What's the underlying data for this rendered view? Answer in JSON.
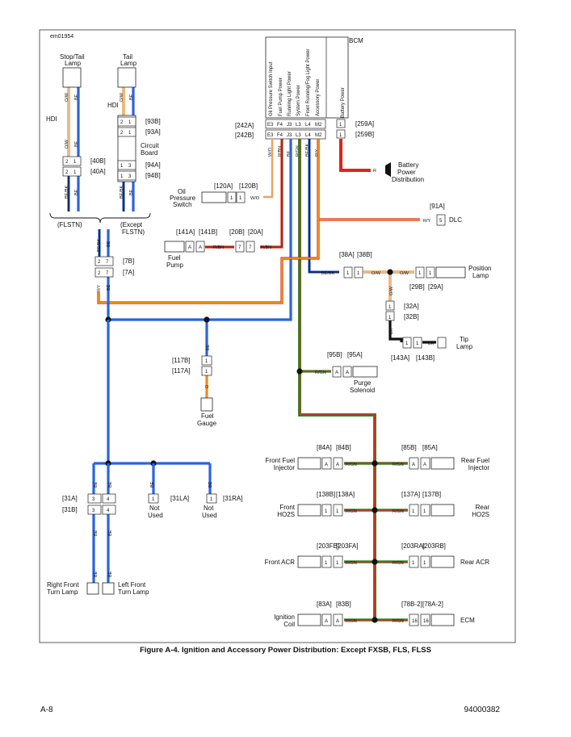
{
  "figure_id": "em01954",
  "caption": "Figure A-4. Ignition and Accessory Power Distribution: Except FXSB, FLS, FLSS",
  "page_left": "A-8",
  "page_right": "94000382",
  "colors": {
    "blue": "#2b63e0",
    "red": "#e0241b",
    "orange": "#f08a1c",
    "yellow": "#f2c40e",
    "green": "#2e8b2e",
    "brown": "#6b3a12",
    "black": "#111111",
    "white_wire": "#d8d8d8",
    "violet": "#7a2fa8"
  },
  "bcm": {
    "title": "BCM",
    "functions": [
      "Oil Pressure Switch Input",
      "Fuel Pump Power",
      "Running Light Power",
      "System Power",
      "Front Running/Fog Light Power",
      "Accessory Power"
    ],
    "battery_label": "Battery Power",
    "pins": [
      "E3",
      "F4",
      "J3",
      "L3",
      "L4",
      "M2"
    ],
    "pins2": [
      "E3",
      "F4",
      "J3",
      "L3",
      "L4",
      "M2"
    ],
    "conn_a": "[242A]",
    "conn_b": "[242B]",
    "wires": [
      "W/O",
      "R/BN",
      "BE",
      "R/GN",
      "BE/BK",
      "R/Y"
    ],
    "batt_conn_a": "[259A]",
    "batt_conn_b": "[259B]",
    "batt_pin": "1",
    "batt_wire": "R"
  },
  "battery_dist": {
    "label": "Battery Power Distribution",
    "wire": "R"
  },
  "oil_switch": {
    "label": "Oil Pressure Switch",
    "conn_a": "[120A]",
    "conn_b": "[120B]",
    "pin": "1",
    "wire": "W/O"
  },
  "fuel_pump": {
    "label": "Fuel Pump",
    "conn_a": "[141A]",
    "conn_b": "[141B]",
    "pin": "A",
    "wire": "R/BN",
    "mid_a": "[20B]",
    "mid_b": "[20A]",
    "mid_pin": "7"
  },
  "dlc": {
    "label": "DLC",
    "conn": "[91A]",
    "pin": "5",
    "wire": "R/Y"
  },
  "position_lamp": {
    "label": "Position Lamp",
    "conn_a": "[38A]",
    "conn_b": "[38B]",
    "pin": "1",
    "wire_in": "BE/BK",
    "wire_out": "O/W",
    "lamp_a": "[29B]",
    "lamp_b": "[29A]"
  },
  "tip_lamp": {
    "label": "Tip Lamp",
    "conn_a": "[32A]",
    "conn_b": "[32B]",
    "conn_c": "[143A]",
    "conn_d": "[143B]",
    "pin": "1",
    "wire": "BK",
    "wire_up": "O/W"
  },
  "stop_tail": {
    "label": "Stop/Tail Lamp",
    "wires": [
      "O/W",
      "BE"
    ],
    "hdi": "HDI",
    "conn_a": "[40B]",
    "conn_b": "[40A]",
    "pins": [
      "2",
      "1"
    ]
  },
  "tail": {
    "label": "Tail Lamp",
    "wires": [
      "O/W",
      "BE"
    ],
    "hdi": "HDI",
    "board": "Circuit Board",
    "c93b": "[93B]",
    "c93a": "[93A]",
    "c94a": "[94A]",
    "c94b": "[94B]",
    "pins1": [
      "2",
      "1"
    ],
    "pins2": [
      "1",
      "3"
    ]
  },
  "variant": {
    "left": "(FLSTN)",
    "right": "(Except FLSTN)"
  },
  "c7": {
    "a": "[7B]",
    "b": "[7A]",
    "pins": [
      "2",
      "7"
    ],
    "wires": [
      "BE/BK",
      "BE",
      "R/Y",
      "BE"
    ]
  },
  "fuel_gauge": {
    "label": "Fuel Gauge",
    "conn_a": "[117B]",
    "conn_b": "[117A]",
    "pin": "1",
    "wire": "BE",
    "wire2": "O"
  },
  "purge": {
    "label": "Purge Solenoid",
    "conn_a": "[95B]",
    "conn_b": "[95A]",
    "pin": "A",
    "wire": "R/GN"
  },
  "left_loads": [
    {
      "label": "Front Fuel Injector",
      "ca": "[84A]",
      "cb": "[84B]",
      "pin": "A",
      "wire": "R/GN"
    },
    {
      "label": "Front HO2S",
      "ca": "[138B]",
      "cb": "[138A]",
      "pin": "1",
      "wire": "R/GN"
    },
    {
      "label": "Front ACR",
      "ca": "[203FB]",
      "cb": "[203FA]",
      "pin": "1",
      "wire": "R/GN"
    },
    {
      "label": "Ignition Coil",
      "ca": "[83A]",
      "cb": "[83B]",
      "pin": "A",
      "wire": "R/GN"
    }
  ],
  "right_loads": [
    {
      "label": "Rear Fuel Injector",
      "ca": "[85B]",
      "cb": "[85A]",
      "pin": "A",
      "wire": "R/GN"
    },
    {
      "label": "Rear HO2S",
      "ca": "[137A]",
      "cb": "[137B]",
      "pin": "1",
      "wire": "R/GN"
    },
    {
      "label": "Rear ACR",
      "ca": "[203RA]",
      "cb": "[203RB]",
      "pin": "1",
      "wire": "R/GN"
    },
    {
      "label": "ECM",
      "ca": "[78B-2]",
      "cb": "[78A-2]",
      "pin": "16",
      "wire": "R/GN"
    }
  ],
  "turn": {
    "c31a": "[31A]",
    "c31b": "[31B]",
    "pins": [
      "3",
      "4"
    ],
    "c31la": "[31LA]",
    "c31ra": "[31RA]",
    "pin": "1",
    "wire": "BE",
    "not_used": "Not Used",
    "rf": "Right Front Turn Lamp",
    "lf": "Left Front Turn Lamp"
  }
}
